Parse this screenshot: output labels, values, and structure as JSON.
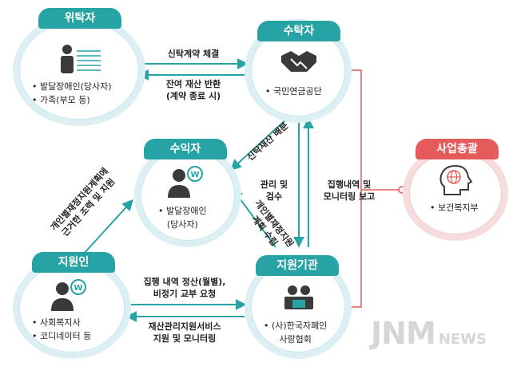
{
  "nodes": {
    "trustor": {
      "title": "위탁자",
      "items": [
        "발달장애인(당사자)",
        "가족(부모 등)"
      ]
    },
    "trustee": {
      "title": "수탁자",
      "items": [
        "국민연금공단"
      ]
    },
    "beneficiary": {
      "title": "수익자",
      "items": [
        "발달장애인\n(당사자)"
      ]
    },
    "supporter": {
      "title": "지원인",
      "items": [
        "사회복지사",
        "코디네이터 등"
      ]
    },
    "agency": {
      "title": "지원기관",
      "items": [
        "(사)한국자폐인\n사랑협회"
      ]
    },
    "general": {
      "title": "사업총괄",
      "items": [
        "보건복지부"
      ]
    }
  },
  "edges": {
    "contract": "신탁계약 체결",
    "return": "잔여 재산 반환\n(계약 종료 시)",
    "distribution": "신탁재산 배분",
    "manage": "관리 및\n검수",
    "report": "집행내역 및\n모니터링 보고",
    "plan_support": "개인별재정지원계획에\n근거한 조력 및 지원",
    "plan_establish": "개인별재정지원\n계획 수립",
    "settlement": "집행 내역 정산(월별),\n비정기 교부 요청",
    "service": "재산관리지원서비스\n지원 및 모니터링"
  },
  "watermark": {
    "brand": "JNM",
    "suffix": "NEWS"
  },
  "colors": {
    "teal": "#27a3a5",
    "red": "#e55a5a",
    "ring_teal": "#dcf0f4",
    "ring_red": "#f6dcdc",
    "icon": "#3a3a3a"
  }
}
